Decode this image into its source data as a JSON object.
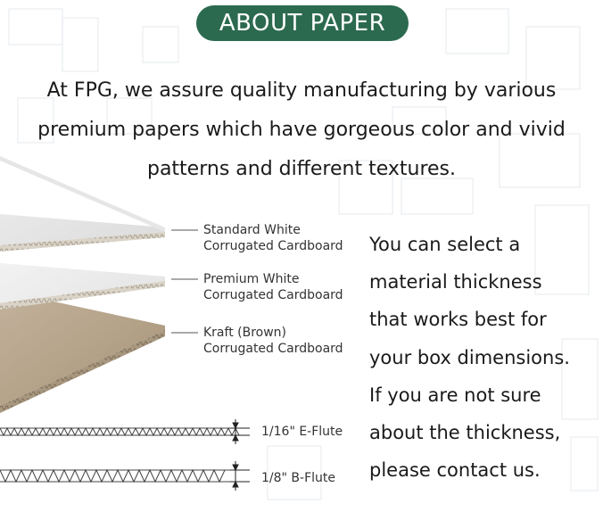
{
  "header": {
    "badge": "ABOUT PAPER"
  },
  "intro": {
    "lines": [
      "At FPG, we assure quality manufacturing by various",
      "premium papers which have gorgeous color and vivid",
      "patterns and different textures."
    ]
  },
  "materials": [
    {
      "line1": "Standard White",
      "line2": "Corrugated Cardboard"
    },
    {
      "line1": "Premium White",
      "line2": "Corrugated Cardboard"
    },
    {
      "line1": "Kraft (Brown)",
      "line2": "Corrugated Cardboard"
    }
  ],
  "side_text": {
    "lines": [
      "You can select a",
      "material thickness",
      "that works best for",
      "your box dimensions.",
      "If you are not sure",
      "about the thickness,",
      "please contact us."
    ]
  },
  "flutes": [
    {
      "label": "1/16\" E-Flute"
    },
    {
      "label": "1/8\" B-Flute"
    }
  ],
  "colors": {
    "badge": "#2b6a4f",
    "kraft": "#b8a58e",
    "white_sheet": "#f2f2f2"
  }
}
